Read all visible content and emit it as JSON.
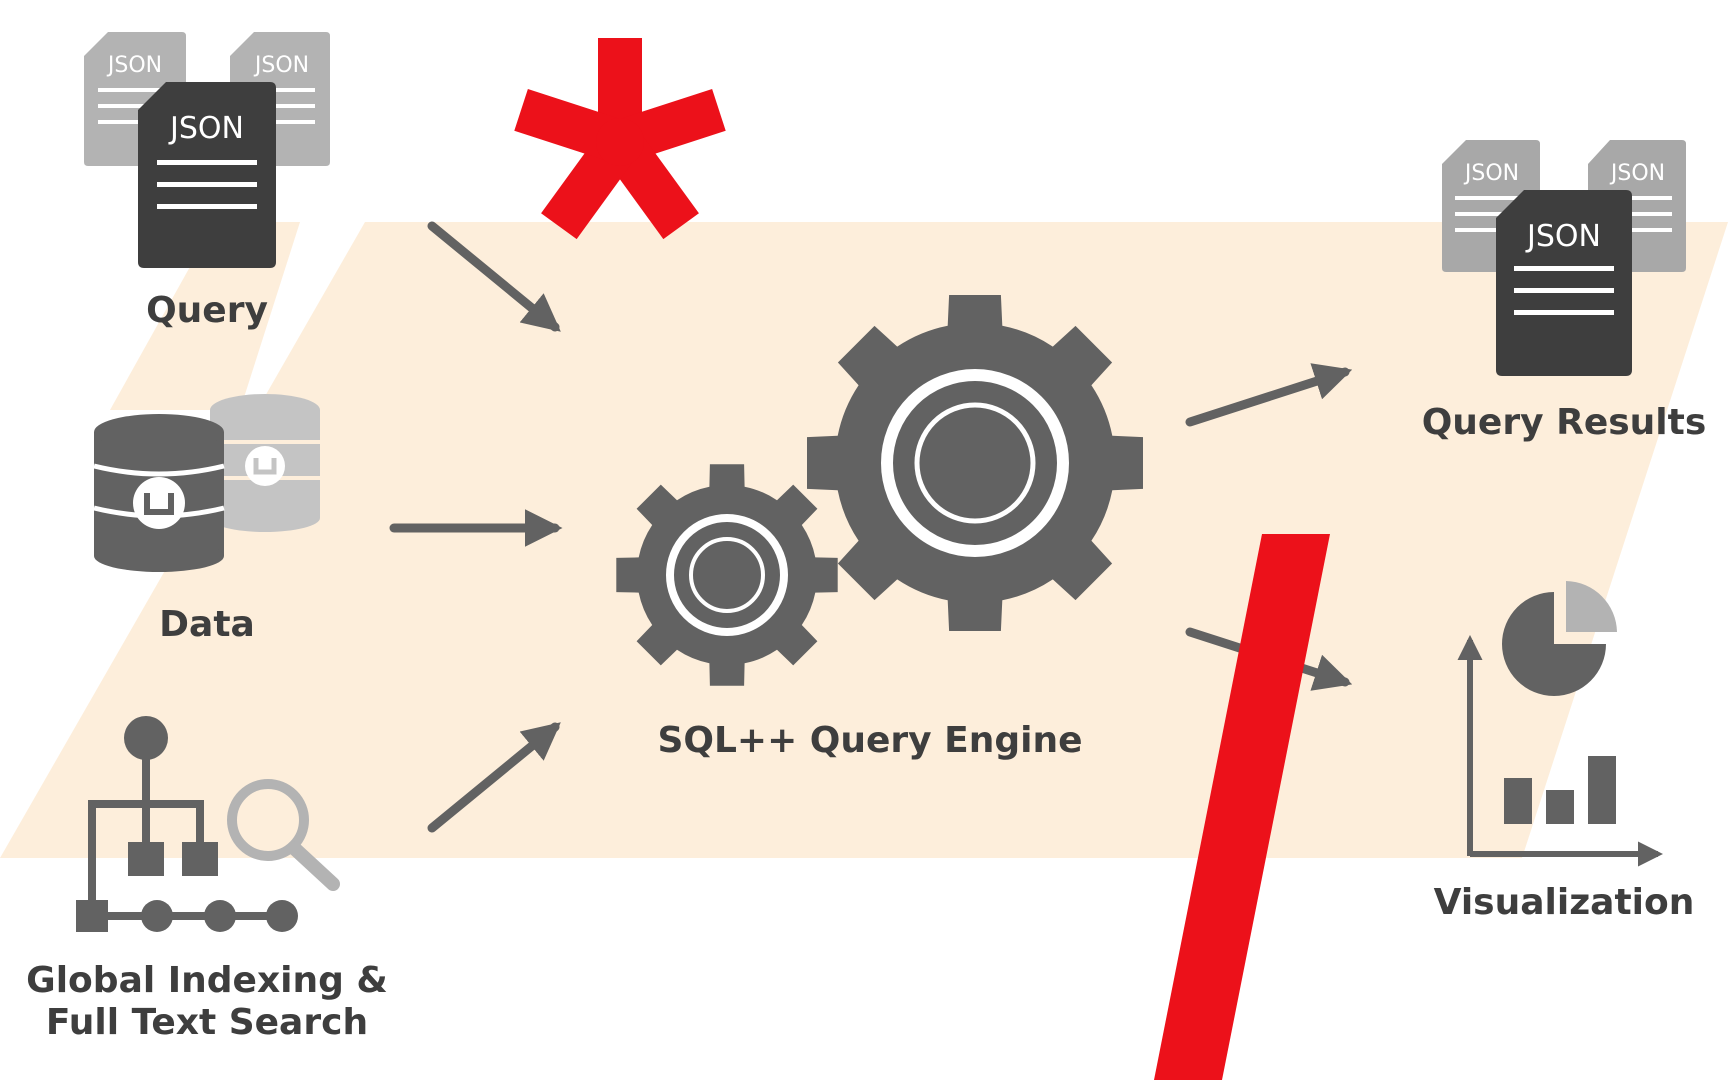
{
  "colors": {
    "band": "#fdeedb",
    "dark": "#3e3e3e",
    "gear": "#626262",
    "mid": "#a8a8a8",
    "light": "#c4c4c4",
    "red": "#ec111a",
    "white": "#ffffff"
  },
  "icons": {
    "query": "json-documents-icon",
    "data": "database-icon",
    "indexing": "index-tree-search-icon",
    "engine": "gears-icon",
    "results": "json-documents-icon",
    "visualization": "chart-icon",
    "logo": "asterisk-icon"
  },
  "doc_tag": "JSON",
  "labels": {
    "query": "Query",
    "data": "Data",
    "indexing_line1": "Global Indexing &",
    "indexing_line2": "Full Text Search",
    "engine": "SQL++ Query Engine",
    "results": "Query Results",
    "visualization": "Visualization"
  }
}
